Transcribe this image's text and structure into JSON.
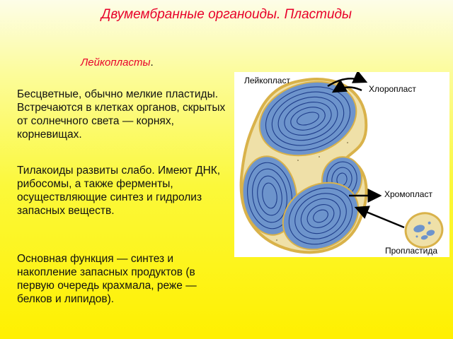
{
  "slide": {
    "title": "Двумембранные органоиды. Пластиды",
    "subtitle": "Лейкопласты",
    "subtitle_dot": ".",
    "paragraphs": [
      "Бесцветные, обычно мелкие пластиды. Встречаются в клетках органов, скрытых от солнечного света — корнях, корневищах.",
      "Тилакоиды развиты слабо. Имеют ДНК, рибосомы, а также ферменты, осуществляющие синтез и гидролиз запасных веществ.",
      "Основная функция — синтез и накопление запасных продуктов (в первую очередь крахмала, реже — белков и липидов)."
    ]
  },
  "figure": {
    "labels": {
      "leukoplast": "Лейкопласт",
      "chloroplast": "Хлоропласт",
      "chromoplast": "Хромопласт",
      "proplastid": "Пропластида"
    }
  },
  "colors": {
    "title": "#e8002a",
    "granule_fill": "#6d94cc",
    "granule_line": "#1f3d8a",
    "membrane": "#d9b24a",
    "stroma": "#efe0a8"
  }
}
